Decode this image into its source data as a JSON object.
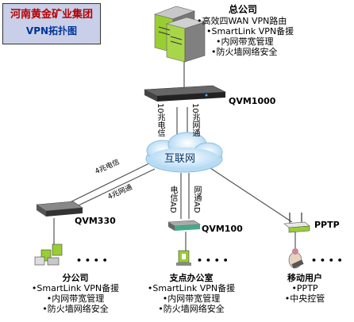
{
  "title": {
    "line1": "河南黄金矿业集团",
    "line2": "VPN拓扑图"
  },
  "hq": {
    "name": "总公司",
    "features": [
      "•高效四WAN VPN路由",
      "•SmartLink VPN备援",
      "•内网带宽管理",
      "•防火墙网络安全"
    ]
  },
  "internet": {
    "label": "互联网"
  },
  "devices": {
    "hq_router": "QVM1000",
    "branch_router": "QVM330",
    "office_router": "QVM100",
    "mobile_router": "PPTP"
  },
  "links": {
    "hq_telecom": "10兆电信",
    "hq_netcom": "10兆网通",
    "branch_telecom": "4兆电信",
    "branch_netcom": "4兆网通",
    "office_telecom": "电信AD",
    "office_netcom": "网通AD"
  },
  "ellipsis": "• • • •",
  "branch": {
    "name": "分公司",
    "features": [
      "•SmartLink VPN备援",
      "•内网带宽管理",
      "•防火墙网络安全"
    ]
  },
  "office": {
    "name": "支点办公室",
    "features": [
      "•SmartLink VPN备援",
      "•内网带宽管理",
      "•防火墙网络安全"
    ]
  },
  "mobile": {
    "name": "移动用户",
    "features": [
      "•PPTP",
      "•中央控管"
    ]
  },
  "colors": {
    "link_line": "#555555",
    "server_green": "#9acd32",
    "cloud": "#d6ecfa"
  }
}
